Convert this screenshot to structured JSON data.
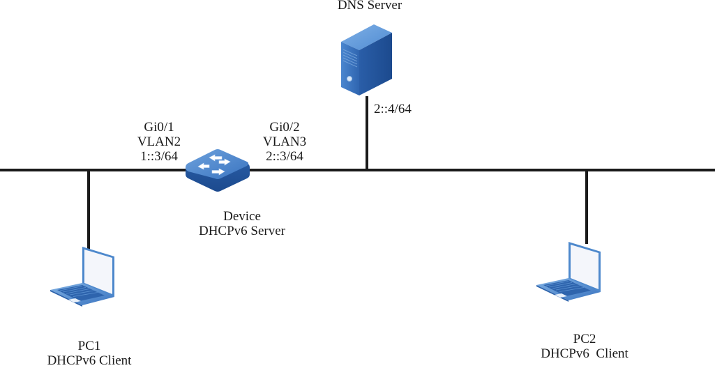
{
  "diagram": {
    "type": "network-topology",
    "backbone": {
      "name": "ethernet-backbone",
      "color": "#1a1a1a"
    },
    "nodes": {
      "dns_server": {
        "icon": "server-icon",
        "name": "DNS Server",
        "address": "2::4/64"
      },
      "device": {
        "icon": "switch-icon",
        "name": "Device",
        "role": "DHCPv6 Server",
        "ports": [
          {
            "interface": "Gi0/1",
            "vlan": "VLAN2",
            "address": "1::3/64"
          },
          {
            "interface": "Gi0/2",
            "vlan": "VLAN3",
            "address": "2::3/64"
          }
        ]
      },
      "pc1": {
        "icon": "laptop-icon",
        "name": "PC1",
        "role": "DHCPv6 Client"
      },
      "pc2": {
        "icon": "laptop-icon",
        "name": "PC2",
        "role": "DHCPv6  Client"
      }
    },
    "colors": {
      "device_blue": "#3a78c2",
      "device_dark": "#1f4f94",
      "device_light": "#6fa3dc",
      "screen": "#f4f6fb"
    }
  }
}
